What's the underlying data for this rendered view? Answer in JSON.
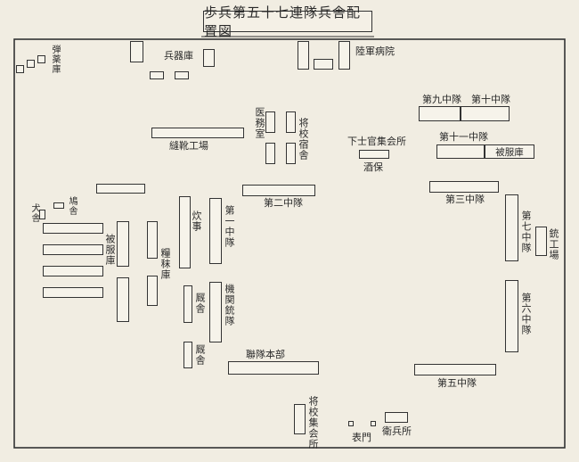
{
  "title": "歩兵第五十七連隊兵舎配置図",
  "labels": {
    "dan_yaku_ko": "弾薬庫",
    "heiki_ko": "兵器庫",
    "rikugun_byoin": "陸軍病院",
    "imu_shitsu": "医務室",
    "shoko_shukusha": "将校宿舎",
    "kashikan_shukaisho": "下士官集会所",
    "shuho": "酒保",
    "dai9": "第九中隊",
    "dai10": "第十中隊",
    "dai11": "第十一中隊",
    "hifuku_ko_right": "被服庫",
    "hoka_kojo": "縫靴工場",
    "dai2": "第二中隊",
    "dai3": "第三中隊",
    "inu_sha": "犬舎",
    "hato_sha": "鳩舎",
    "suiji": "炊事",
    "dai1": "第一中隊",
    "dai7": "第七中隊",
    "ju_kojo": "銃工場",
    "hifuku_ko_left": "被服庫",
    "ryomatsu_ko": "糧秣庫",
    "umaya1": "厩舎",
    "kikanju_tai": "機関銃隊",
    "dai6": "第六中隊",
    "umaya2": "厩舎",
    "rentai_honbu": "聯隊本部",
    "dai5": "第五中隊",
    "shoko_shukaisho": "将校集会所",
    "seimon": "表門",
    "eihei_sho": "衛兵所"
  }
}
